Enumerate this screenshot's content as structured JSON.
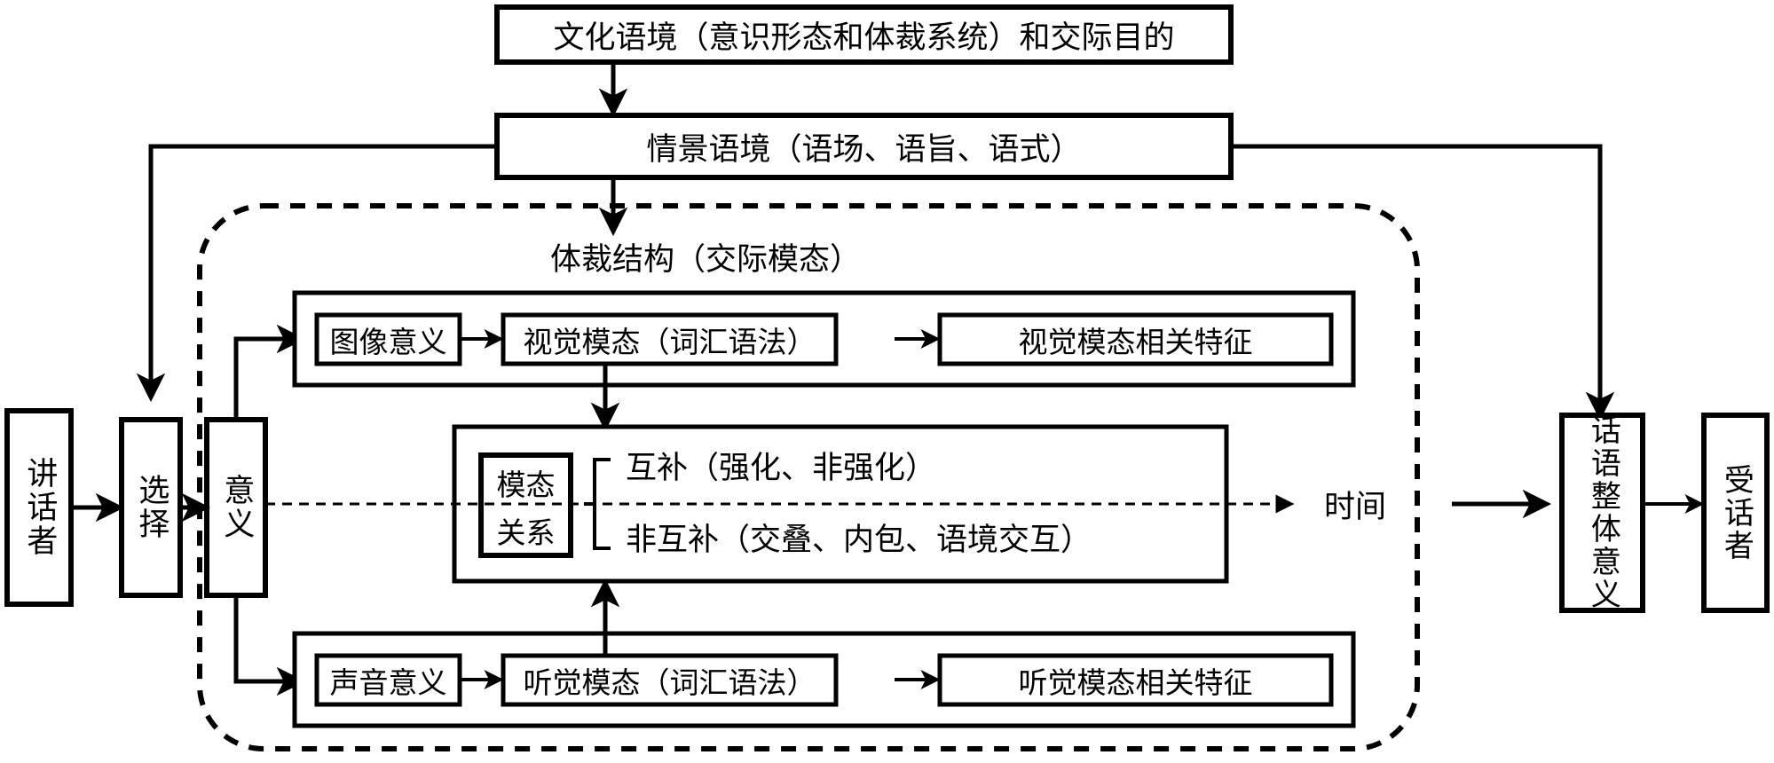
{
  "diagram": {
    "title_context": "文化语境（意识形态和体裁系统）和交际目的",
    "situational_context": "情景语境（语场、语旨、语式）",
    "genre_structure": "体裁结构（交际模态）",
    "speaker": "讲话者",
    "selection": "选择",
    "meaning": "意义",
    "visual": {
      "image_meaning": "图像意义",
      "visual_modality": "视觉模态（词汇语法）",
      "visual_features": "视觉模态相关特征"
    },
    "relations": {
      "modal_relation": "模态\n关系",
      "modal_relation_line1": "模态",
      "modal_relation_line2": "关系",
      "complementary": "互补（强化、非强化）",
      "non_complementary": "非互补（交叠、内包、语境交互）"
    },
    "audio": {
      "sound_meaning": "声音意义",
      "auditory_modality": "听觉模态（词汇语法）",
      "auditory_features": "听觉模态相关特征"
    },
    "time_axis": "时间",
    "discourse_meaning": "话语整体意义",
    "addressee": "受话者",
    "colors": {
      "stroke": "#000000",
      "fill": "#ffffff"
    }
  }
}
